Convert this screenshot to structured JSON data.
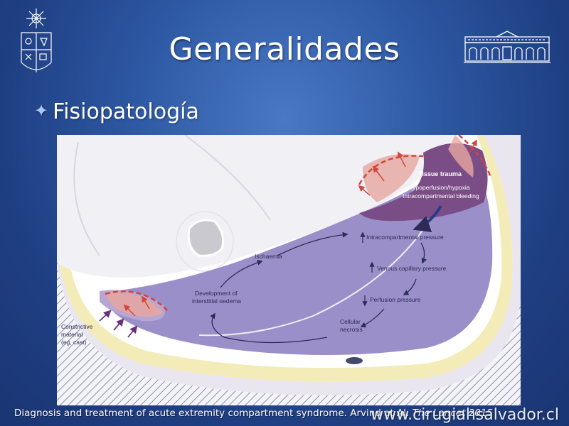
{
  "slide": {
    "title": "Generalidades",
    "bullet": "Fisiopatología",
    "bullet_icon": "four-point-star-icon"
  },
  "logos": {
    "left": "university-crest-icon",
    "right": "building-facade-icon"
  },
  "diagram": {
    "tissue_trauma": "Tissue trauma",
    "hypoperfusion": "Hypoperfusion/hypoxia",
    "bleeding": "Intracompartmental bleeding",
    "intracompartmental_pressure": "Intracompartmental pressure",
    "venous_capillary_pressure": "Venous capillary pressure",
    "perfusion_pressure": "Perfusion pressure",
    "cellular": "Cellular",
    "necrosis": "necrosis",
    "ischaemia": "Ischaemia",
    "development_of": "Development of",
    "interstitial_oedema": "interstitial oedema",
    "constrictive": "Constrictive",
    "material": "material",
    "eg_cast": "(eg, cast)"
  },
  "caption": {
    "text": "Diagnosis and treatment of acute extremity compartment syndrome. Arvind at Al. ",
    "journal": "The Lancet 2015"
  },
  "watermark": "www.cirugiahsalvador.cl",
  "colors": {
    "background": "#2f5aa6",
    "compartment": "#9b8fc9",
    "trauma": "#7a4d86",
    "fascia": "#f3ecb8",
    "arrow_red": "#d2463b",
    "arrow_dark": "#2b2b55"
  }
}
